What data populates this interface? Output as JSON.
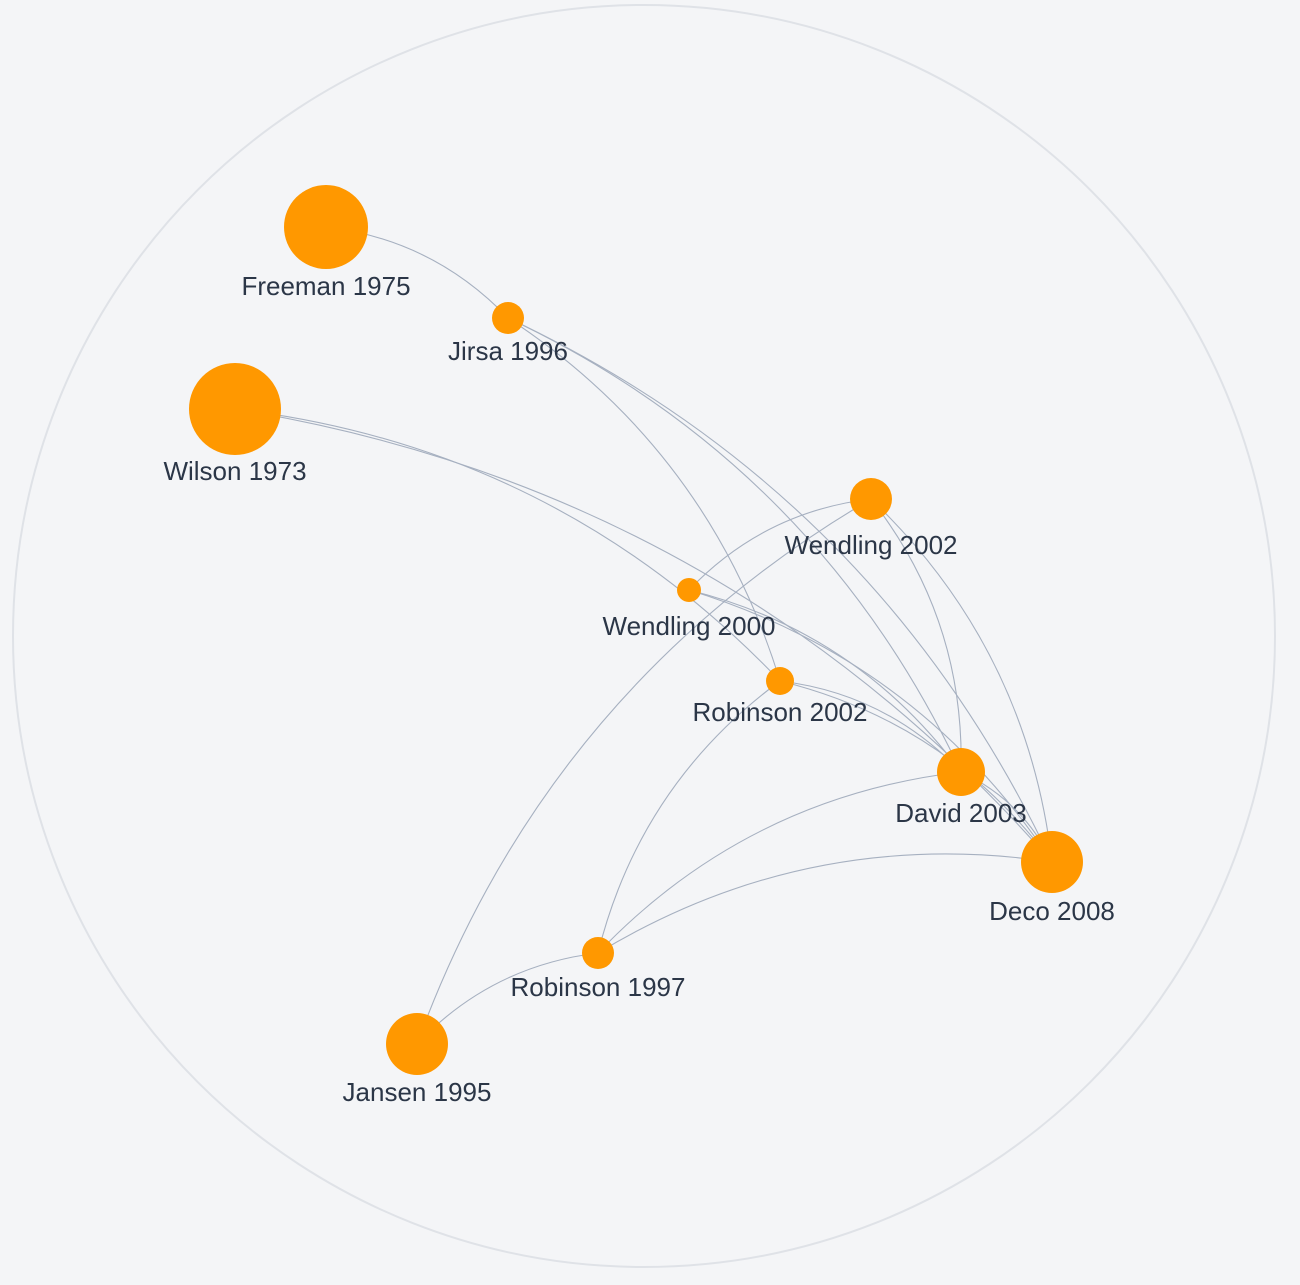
{
  "graph": {
    "node_color": "#ff9800",
    "edge_color": "#a6b0c0",
    "label_color": "#2b3647",
    "boundary_color": "#dfe2e7",
    "background": "#f4f5f7",
    "nodes": [
      {
        "id": "freeman1975",
        "label": "Freeman 1975"
      },
      {
        "id": "jirsa1996",
        "label": "Jirsa 1996"
      },
      {
        "id": "wilson1973",
        "label": "Wilson 1973"
      },
      {
        "id": "wendling2002",
        "label": "Wendling 2002"
      },
      {
        "id": "wendling2000",
        "label": "Wendling 2000"
      },
      {
        "id": "robinson2002",
        "label": "Robinson 2002"
      },
      {
        "id": "david2003",
        "label": "David 2003"
      },
      {
        "id": "deco2008",
        "label": "Deco 2008"
      },
      {
        "id": "robinson1997",
        "label": "Robinson 1997"
      },
      {
        "id": "jansen1995",
        "label": "Jansen 1995"
      }
    ],
    "edges": [
      {
        "source": "freeman1975",
        "target": "jirsa1996"
      },
      {
        "source": "jirsa1996",
        "target": "robinson2002"
      },
      {
        "source": "jirsa1996",
        "target": "deco2008"
      },
      {
        "source": "jirsa1996",
        "target": "david2003"
      },
      {
        "source": "wilson1973",
        "target": "robinson2002"
      },
      {
        "source": "wilson1973",
        "target": "deco2008"
      },
      {
        "source": "wendling2000",
        "target": "wendling2002"
      },
      {
        "source": "wendling2000",
        "target": "deco2008"
      },
      {
        "source": "wendling2000",
        "target": "david2003"
      },
      {
        "source": "wendling2002",
        "target": "david2003"
      },
      {
        "source": "wendling2002",
        "target": "deco2008"
      },
      {
        "source": "robinson2002",
        "target": "deco2008"
      },
      {
        "source": "robinson2002",
        "target": "david2003"
      },
      {
        "source": "jansen1995",
        "target": "wendling2002"
      },
      {
        "source": "jansen1995",
        "target": "robinson1997"
      },
      {
        "source": "robinson1997",
        "target": "robinson2002"
      },
      {
        "source": "robinson1997",
        "target": "david2003"
      },
      {
        "source": "robinson1997",
        "target": "deco2008"
      },
      {
        "source": "david2003",
        "target": "deco2008"
      }
    ]
  }
}
